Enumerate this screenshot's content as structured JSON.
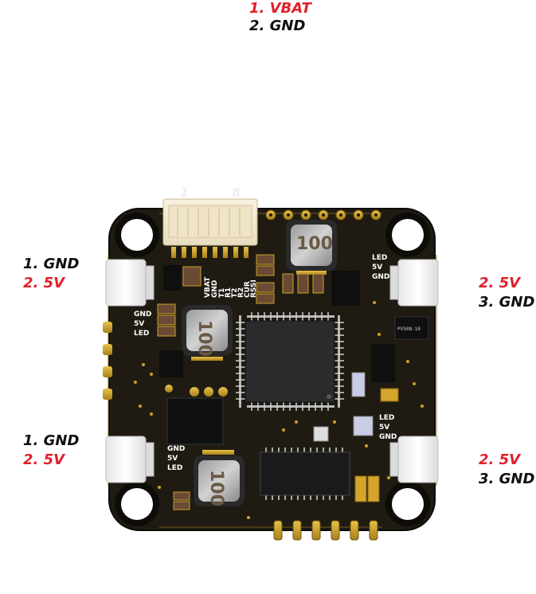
{
  "top_labels": {
    "line1": "1. VBAT",
    "line2": "2. GND"
  },
  "left_top": {
    "line1": "1. GND",
    "line2": "2. 5V"
  },
  "left_bottom": {
    "line1": "1. GND",
    "line2": "2. 5V"
  },
  "right_top": {
    "line1": "2. 5V",
    "line2": "3. GND"
  },
  "right_bottom": {
    "line1": "2. 5V",
    "line2": "3. GND"
  },
  "board": {
    "connector_numbers": {
      "first": "1",
      "last": "8"
    },
    "silk_left": {
      "l1": "GND",
      "l2": "5V",
      "l3": "LED"
    },
    "silk_left_bottom": {
      "l1": "GND",
      "l2": "5V",
      "l3": "LED"
    },
    "silk_right_top": {
      "l1": "LED",
      "l2": "5V",
      "l3": "GND"
    },
    "silk_right_bottom": {
      "l1": "LED",
      "l2": "5V",
      "l3": "GND"
    },
    "uart_pins": [
      "VBAT",
      "GND",
      "T1",
      "R1",
      "T2",
      "R2",
      "CUR",
      "RSSI"
    ],
    "inductor_top": "100",
    "inductor_left": "100",
    "inductor_bottom": "100",
    "chip_right": "PV50N-10"
  },
  "colors": {
    "board": "#1f1b12",
    "pad": "#c9a227",
    "accent_red": "#e0202a"
  }
}
